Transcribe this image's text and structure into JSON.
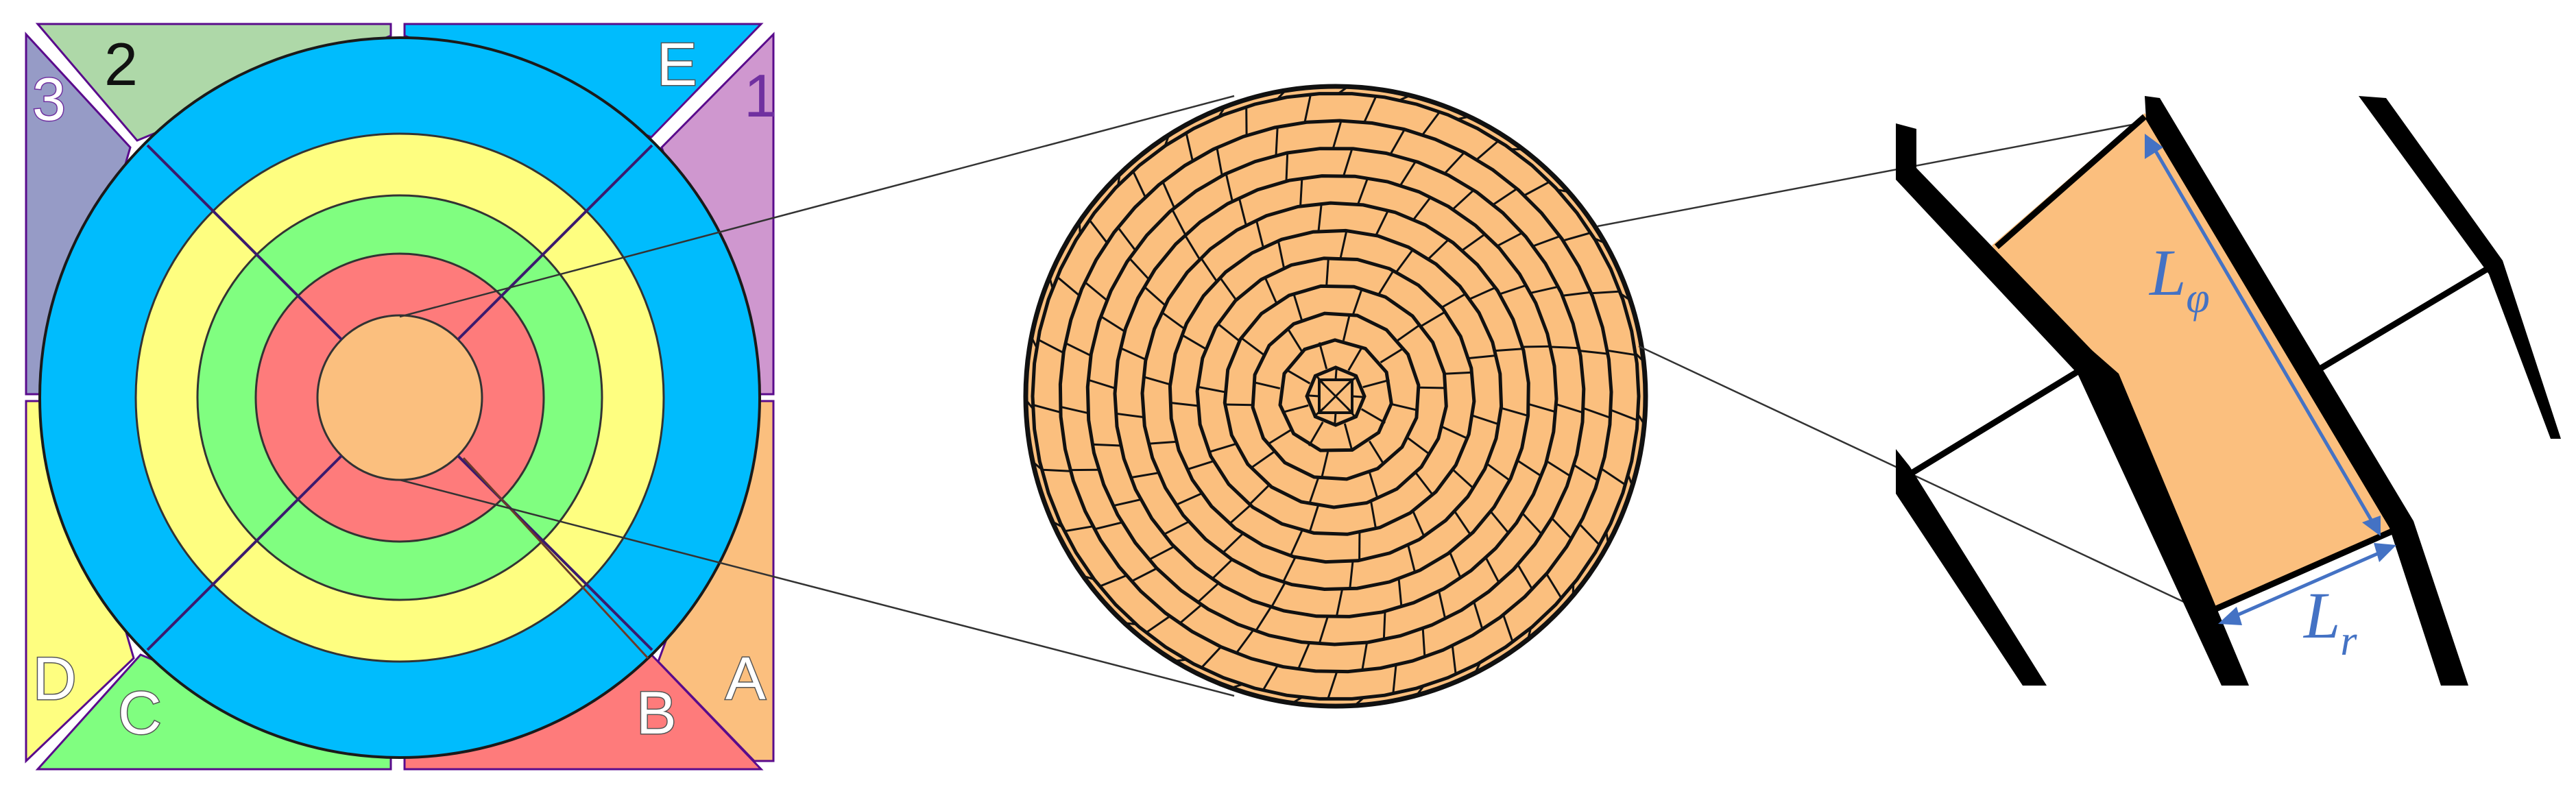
{
  "colors": {
    "region_A": "#fbbf7e",
    "region_B": "#fe7b7b",
    "region_C": "#80fe80",
    "region_D": "#fefe80",
    "region_E": "#00bcfd",
    "region_1": "#cf97cf",
    "region_2": "#aed8a8",
    "region_3": "#969bc6",
    "core": "#fbbf7e",
    "cell_fill": "#fbbf7e",
    "dimension_arrow": "#4472c4",
    "border_purple": "#5a0b8c"
  },
  "corner_labels": {
    "A": "A",
    "B": "B",
    "C": "C",
    "D": "D",
    "E": "E",
    "one": "1",
    "two": "2",
    "three": "3"
  },
  "dimension_labels": {
    "L_phi_main": "L",
    "L_phi_sub": "φ",
    "L_r_main": "L",
    "L_r_sub": "r"
  }
}
